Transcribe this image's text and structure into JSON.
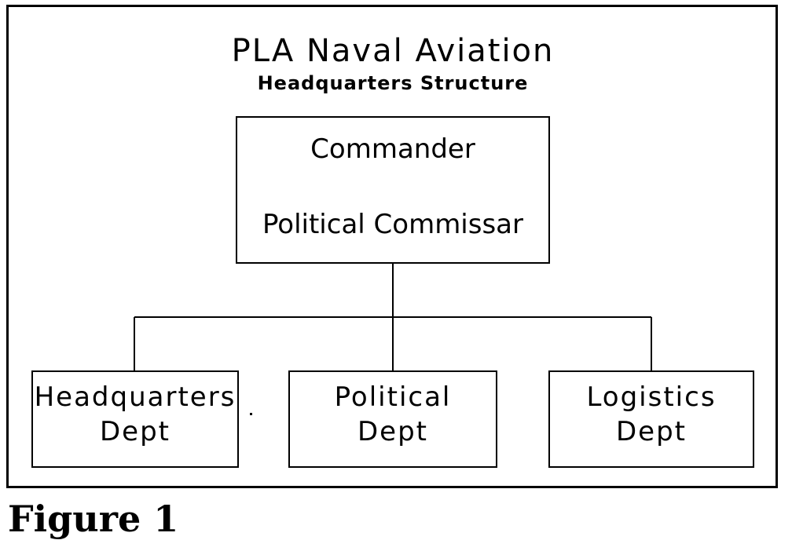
{
  "diagram": {
    "title": "PLA Naval Aviation",
    "subtitle": "Headquarters Structure",
    "top_box": {
      "line1": "Commander",
      "line2": "Political Commissar"
    },
    "departments": [
      {
        "line1": "Headquarters",
        "line2": "Dept"
      },
      {
        "line1": "Political",
        "line2": "Dept"
      },
      {
        "line1": "Logistics",
        "line2": "Dept"
      }
    ]
  },
  "caption": "Figure 1"
}
